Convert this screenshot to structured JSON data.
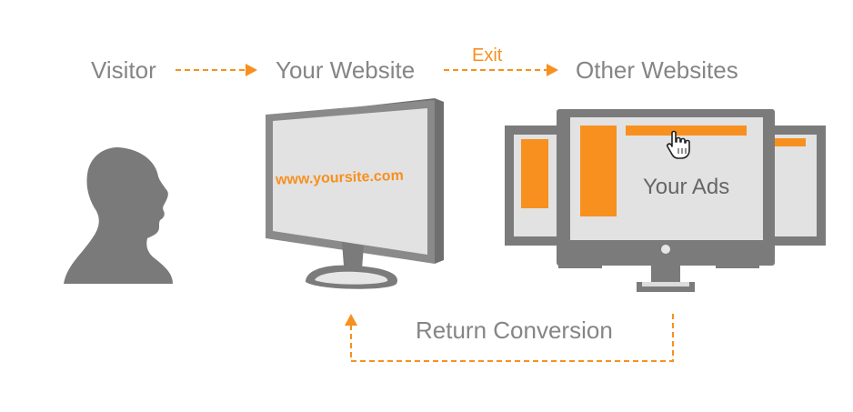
{
  "labels": {
    "visitor": "Visitor",
    "your_website": "Your Website",
    "exit": "Exit",
    "other_websites": "Other Websites",
    "site_url": "www.yoursite.com",
    "your_ads": "Your Ads",
    "return_conversion": "Return Conversion"
  },
  "colors": {
    "accent": "#f7901e",
    "gray_text": "#858585",
    "device_gray": "#7b7b7b",
    "screen_light": "#e2e2e2",
    "silhouette": "#7a7a7a"
  },
  "icons": [
    "person-silhouette-icon",
    "monitor-icon",
    "hand-cursor-icon"
  ]
}
